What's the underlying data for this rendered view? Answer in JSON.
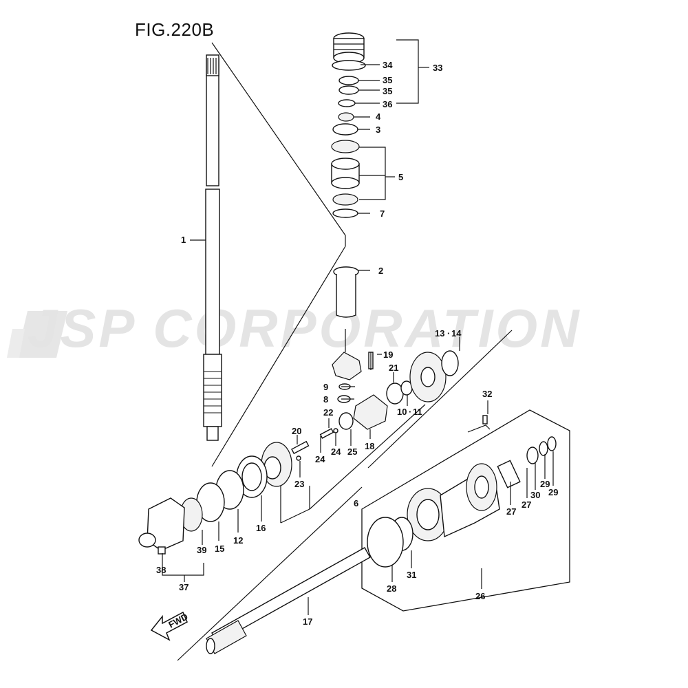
{
  "figure": {
    "title": "FIG.220B"
  },
  "watermark": {
    "text": "JSP CORPORATION"
  },
  "fwd_label": "FWD",
  "callouts": {
    "c1": "1",
    "c2": "2",
    "c3": "3",
    "c4": "4",
    "c5": "5",
    "c6": "6",
    "c7": "7",
    "c8": "8",
    "c9": "9",
    "c1011": "10",
    "c11": "11",
    "c1314": "13",
    "c14": "14",
    "c12": "12",
    "c15": "15",
    "c16": "16",
    "c17": "17",
    "c18": "18",
    "c19": "19",
    "c20": "20",
    "c21": "21",
    "c22": "22",
    "c23": "23",
    "c24a": "24",
    "c24b": "24",
    "c25": "25",
    "c26": "26",
    "c27a": "27",
    "c27b": "27",
    "c28": "28",
    "c29a": "29",
    "c29b": "29",
    "c30": "30",
    "c31": "31",
    "c32": "32",
    "c33": "33",
    "c34": "34",
    "c35a": "35",
    "c35b": "35",
    "c36": "36",
    "c37": "37",
    "c38": "38",
    "c39": "39"
  },
  "dot": "·"
}
